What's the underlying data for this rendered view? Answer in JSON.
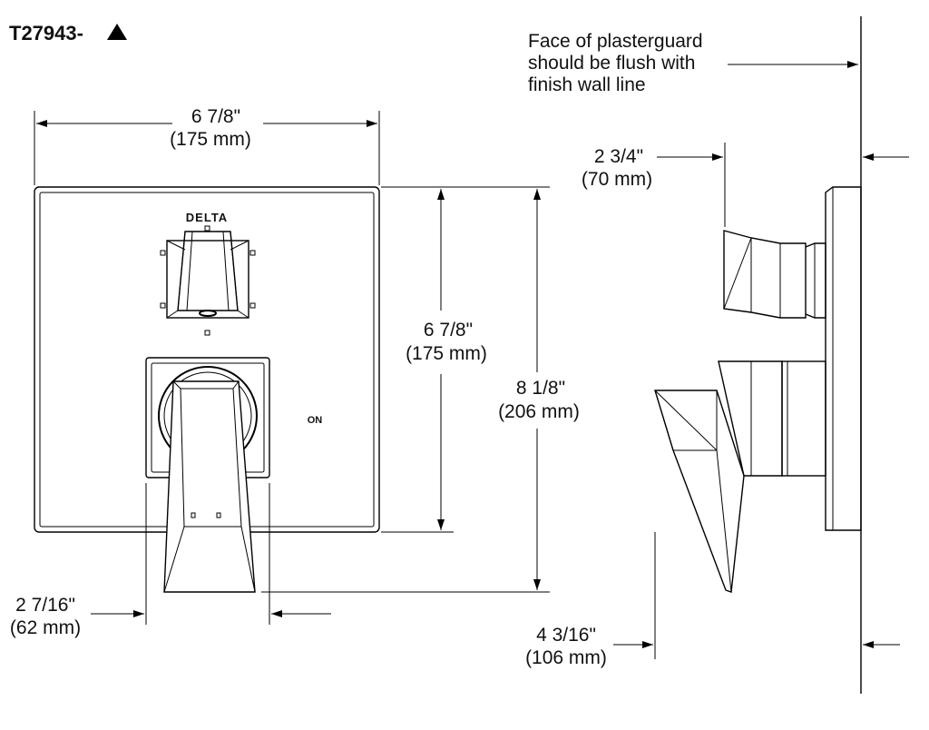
{
  "title": "T27943-",
  "brand_logo": "DELTA",
  "on_label": "ON",
  "note": {
    "line1": "Face of plasterguard",
    "line2": "should be flush with",
    "line3": "finish wall line"
  },
  "dims": {
    "width_top": {
      "imperial": "6 7/8\"",
      "metric": "(175 mm)"
    },
    "height_inner": {
      "imperial": "6 7/8\"",
      "metric": "(175 mm)"
    },
    "height_total": {
      "imperial": "8 1/8\"",
      "metric": "(206 mm)"
    },
    "handle_width": {
      "imperial": "2 7/16\"",
      "metric": "(62 mm)"
    },
    "side_depth": {
      "imperial": "2 3/4\"",
      "metric": "(70 mm)"
    },
    "side_total": {
      "imperial": "4 3/16\"",
      "metric": "(106 mm)"
    }
  }
}
